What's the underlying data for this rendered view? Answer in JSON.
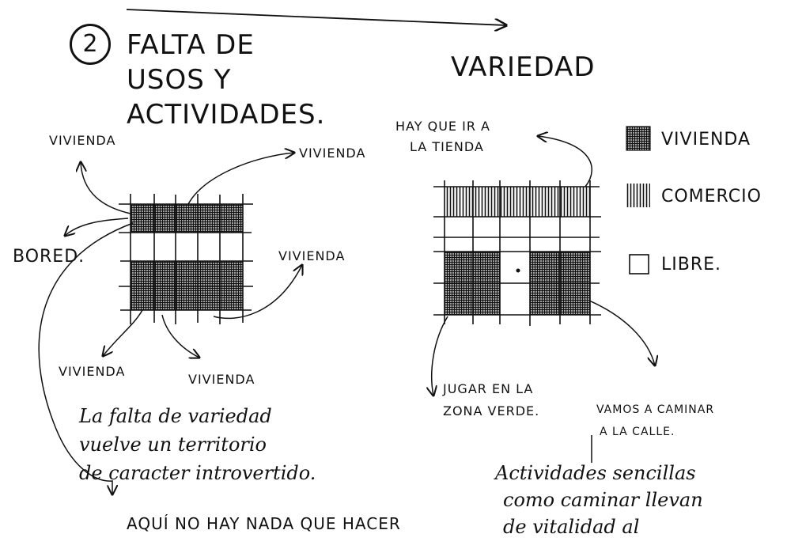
{
  "left_diagram": {
    "number": "2",
    "title": [
      "FALTA DE",
      "USOS Y",
      "ACTIVIDADES."
    ],
    "labels": {
      "vivienda_tl": "VIVIENDA",
      "vivienda_tr": "VIVIENDA",
      "vivienda_r": "VIVIENDA",
      "vivienda_bl": "VIVIENDA",
      "vivienda_bm": "VIVIENDA",
      "bored": "BORED."
    },
    "note": [
      "La falta de variedad",
      "vuelve un territorio",
      "de caracter introvertido."
    ],
    "bottom": "AQUÍ NO HAY NADA QUE HACER"
  },
  "right_diagram": {
    "title": "VARIEDAD",
    "labels": {
      "tienda": [
        "HAY QUE IR A",
        "LA TIENDA"
      ],
      "jugar": [
        "JUGAR EN LA",
        "ZONA VERDE."
      ],
      "caminar": [
        "VAMOS A CAMINAR",
        "A LA CALLE."
      ]
    },
    "note": [
      "Actividades sencillas",
      "como caminar llevan",
      "de vitalidad al"
    ]
  },
  "legend": [
    {
      "label": "VIVIENDA",
      "icon": "crosshatch-icon"
    },
    {
      "label": "COMERCIO",
      "icon": "vertical-hatch-icon"
    },
    {
      "label": "LIBRE.",
      "icon": "empty-square-icon"
    }
  ],
  "colors": {
    "ink": "#111111",
    "paper": "#ffffff"
  }
}
